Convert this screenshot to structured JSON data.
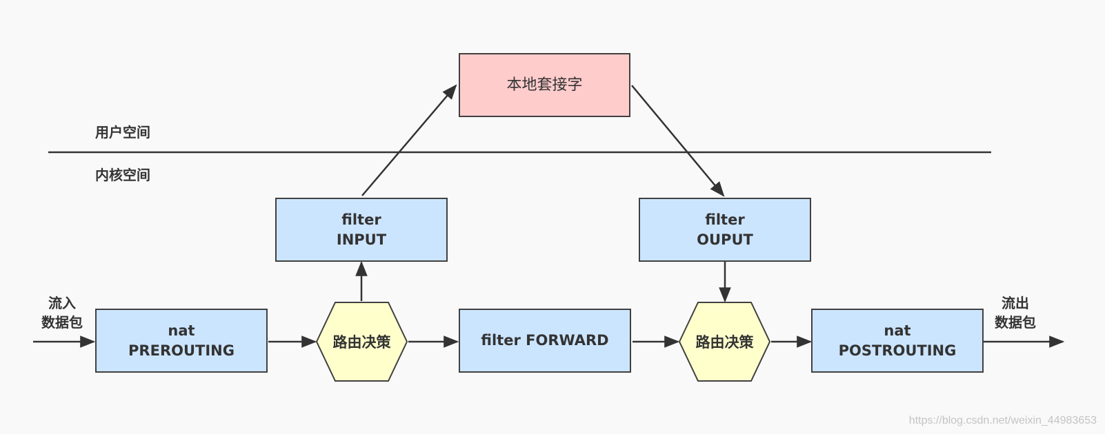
{
  "labels": {
    "user_space": "用户空间",
    "kernel_space": "内核空间",
    "inflow_line1": "流入",
    "inflow_line2": "数据包",
    "outflow_line1": "流出",
    "outflow_line2": "数据包"
  },
  "nodes": {
    "local_socket": "本地套接字",
    "filter_input": {
      "line1": "filter",
      "line2": "INPUT"
    },
    "filter_output": {
      "line1": "filter",
      "line2": "OUPUT"
    },
    "nat_prerouting": {
      "line1": "nat",
      "line2": "PREROUTING"
    },
    "routing_decision_1": "路由决策",
    "filter_forward": "filter FORWARD",
    "routing_decision_2": "路由决策",
    "nat_postrouting": {
      "line1": "nat",
      "line2": "POSTROUTING"
    }
  },
  "watermark": "https://blog.csdn.net/weixin_44983653",
  "colors": {
    "chain_box": "#cce5ff",
    "socket_box": "#ffcccc",
    "decision_hex": "#ffffcc",
    "stroke": "#404040"
  }
}
